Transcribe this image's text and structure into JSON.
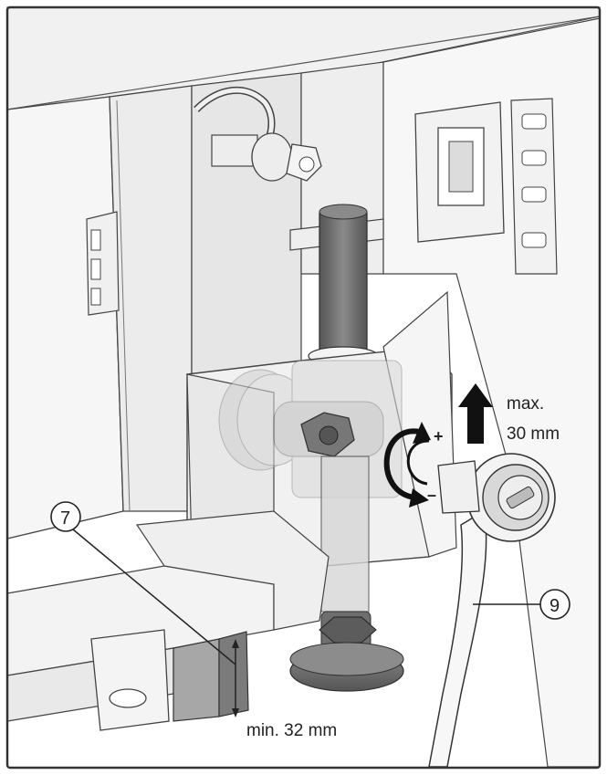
{
  "callouts": {
    "c7": "7",
    "c9": "9"
  },
  "labels": {
    "plus": "+",
    "minus": "–",
    "max_line1": "max.",
    "max_line2": "30 mm",
    "min": "min. 32 mm"
  },
  "colors": {
    "frame": "#333333",
    "line": "#444444",
    "panel": "#e9e9e9",
    "wall": "#f4f4f4",
    "dark_metal": "#666666",
    "arrow": "#111111"
  }
}
